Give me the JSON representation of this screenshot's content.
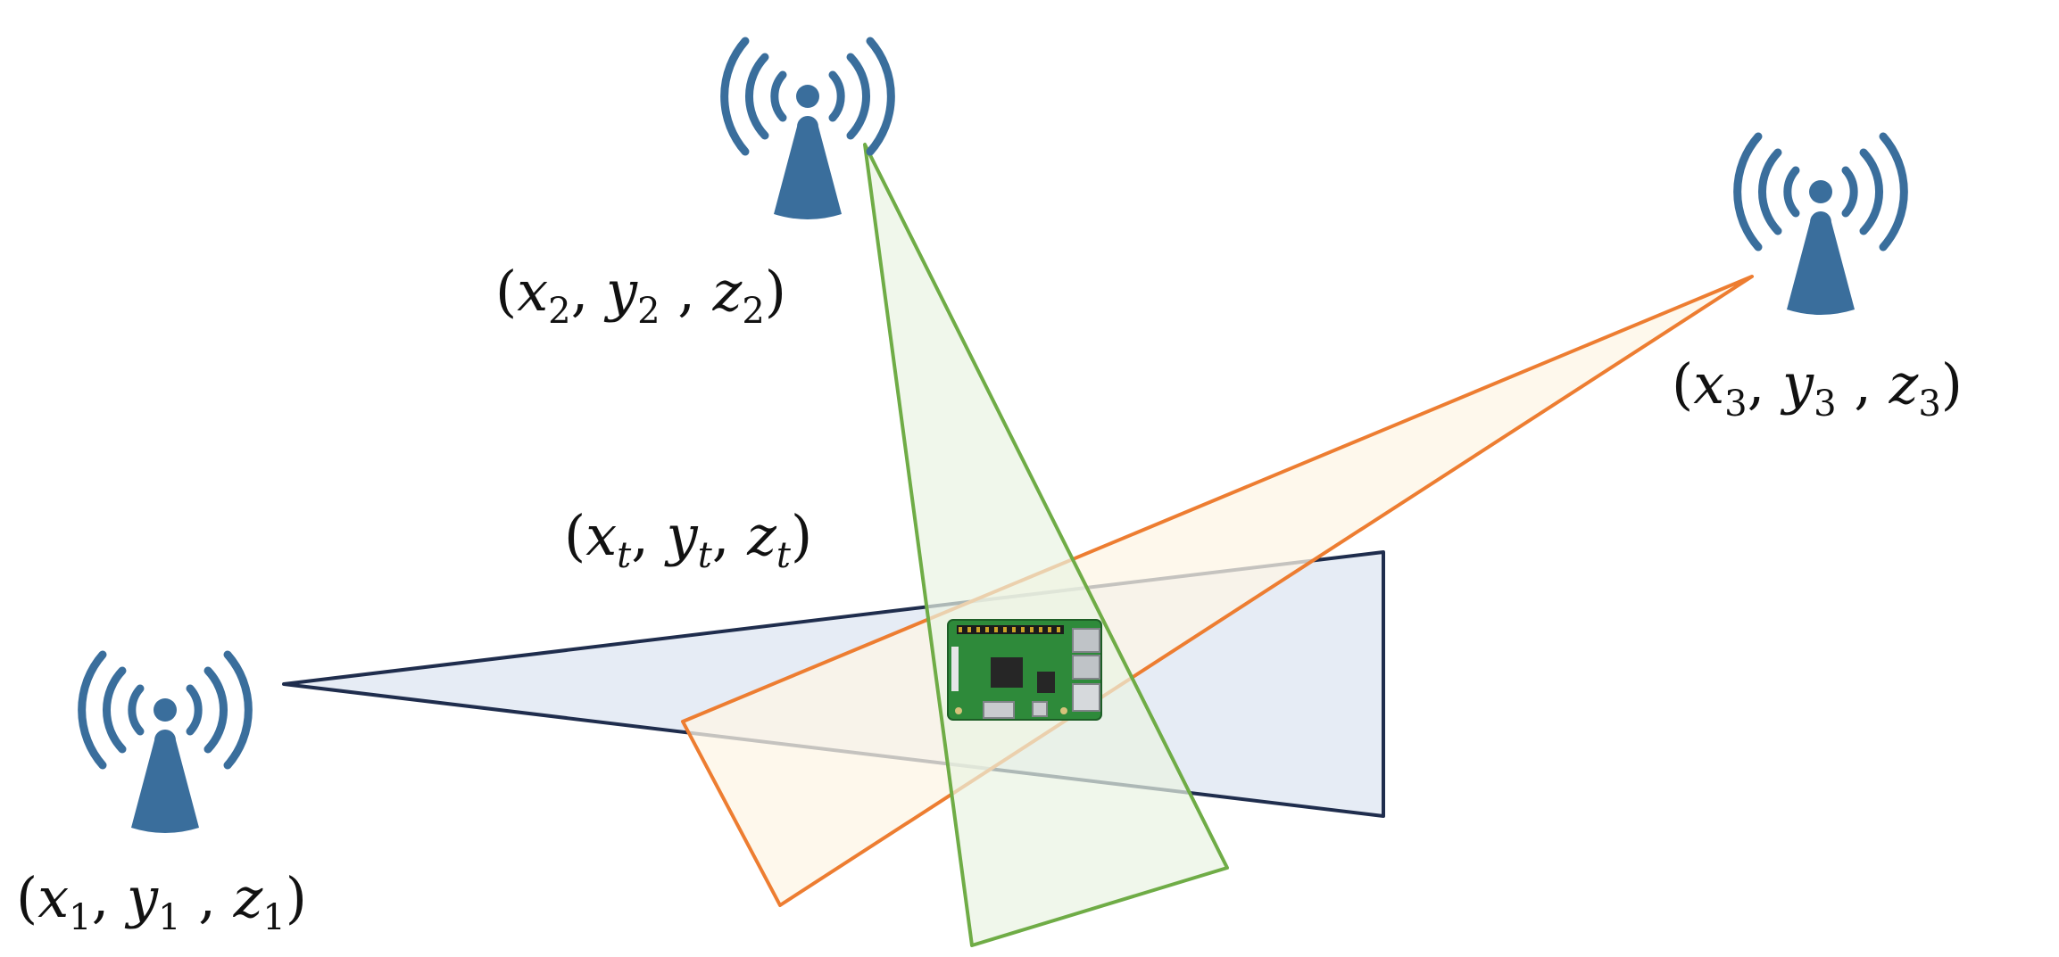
{
  "diagram": {
    "anchors": [
      {
        "id": "anchor-1",
        "icon": "wireless-tower-icon",
        "label": {
          "x": "x",
          "y": "y",
          "z": "z",
          "sub": "1"
        }
      },
      {
        "id": "anchor-2",
        "icon": "wireless-tower-icon",
        "label": {
          "x": "x",
          "y": "y",
          "z": "z",
          "sub": "2"
        }
      },
      {
        "id": "anchor-3",
        "icon": "wireless-tower-icon",
        "label": {
          "x": "x",
          "y": "y",
          "z": "z",
          "sub": "3"
        }
      }
    ],
    "target": {
      "id": "target-device",
      "icon": "raspberry-pi-board-icon",
      "label": {
        "x": "x",
        "y": "y",
        "z": "z",
        "sub": "t"
      }
    },
    "signal_cones": [
      {
        "from": "anchor-1",
        "stroke": "#1f2d4d",
        "fill": "#dde5f2"
      },
      {
        "from": "anchor-2",
        "stroke": "#6fac46",
        "fill": "#eaf3e3"
      },
      {
        "from": "anchor-3",
        "stroke": "#ed7d31",
        "fill": "#fdf6e6"
      }
    ],
    "colors": {
      "tower": "#3a6e9c",
      "board": "#2e8a3a",
      "text": "#111111"
    }
  }
}
